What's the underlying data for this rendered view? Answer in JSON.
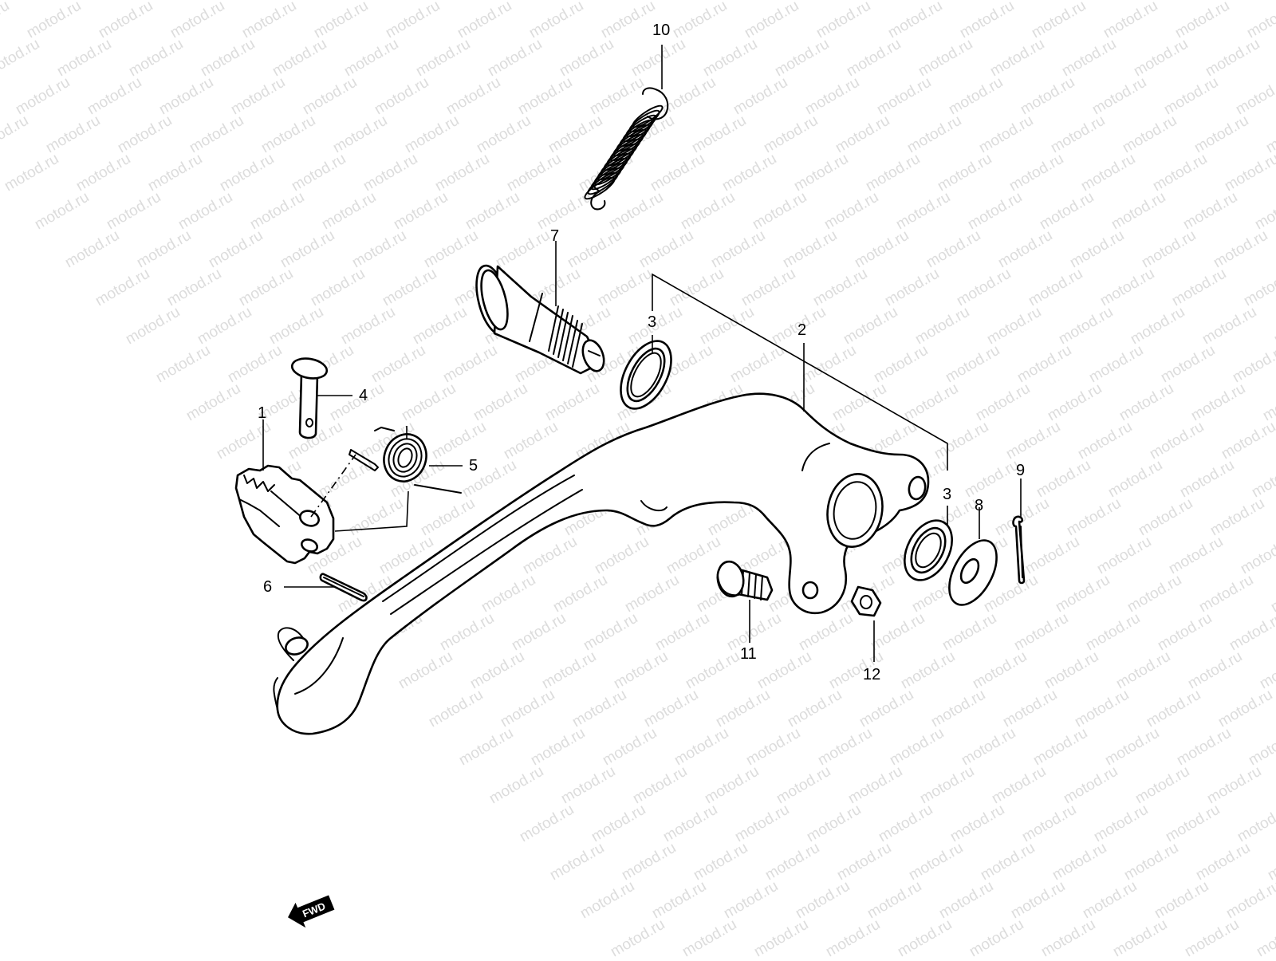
{
  "watermark": {
    "text": "motod.ru"
  },
  "callouts": [
    {
      "id": "1",
      "label": "1"
    },
    {
      "id": "2",
      "label": "2"
    },
    {
      "id": "3a",
      "label": "3"
    },
    {
      "id": "3b",
      "label": "3"
    },
    {
      "id": "4",
      "label": "4"
    },
    {
      "id": "5",
      "label": "5"
    },
    {
      "id": "6",
      "label": "6"
    },
    {
      "id": "7",
      "label": "7"
    },
    {
      "id": "8",
      "label": "8"
    },
    {
      "id": "9",
      "label": "9"
    },
    {
      "id": "10",
      "label": "10"
    },
    {
      "id": "11",
      "label": "11"
    },
    {
      "id": "12",
      "label": "12"
    }
  ],
  "fwd_indicator": {
    "label": "FWD"
  },
  "colors": {
    "line": "#000000",
    "background": "#ffffff",
    "watermark": "#dcdcdc"
  }
}
